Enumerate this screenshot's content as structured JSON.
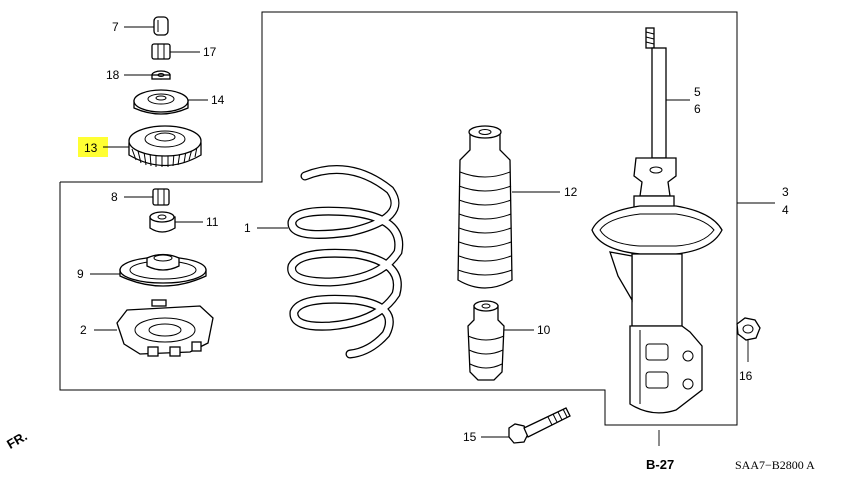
{
  "callouts": {
    "c1": "1",
    "c2": "2",
    "c3": "3",
    "c4": "4",
    "c5": "5",
    "c6": "6",
    "c7": "7",
    "c8": "8",
    "c9": "9",
    "c10": "10",
    "c11": "11",
    "c12": "12",
    "c13": "13",
    "c14": "14",
    "c15": "15",
    "c16": "16",
    "c17": "17",
    "c18": "18"
  },
  "reference": "B-27",
  "diagram_code": "SAA7−B2800 A",
  "direction": "FR.",
  "colors": {
    "highlight": "#ffff33",
    "ink": "#000000",
    "paper": "#ffffff"
  }
}
